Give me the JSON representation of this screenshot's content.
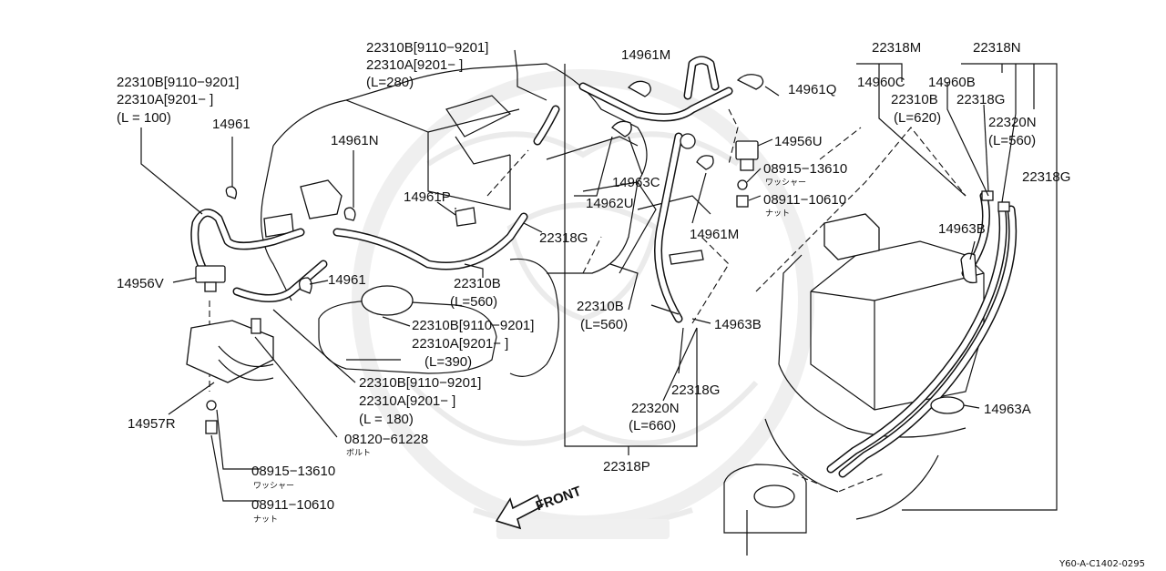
{
  "labels": {
    "hose_100_b": "22310B[9110−9201]",
    "hose_100_a": "22310A[9201−        ]",
    "hose_100_len": "(L = 100)",
    "clip_14961_left": "14961",
    "clip_14961n": "14961N",
    "hose_280_b": "22310B[9110−9201]",
    "hose_280_a": "22310A[9201−        ]",
    "hose_280_len": "(L=280)",
    "clip_14961m_top": "14961M",
    "clip_14961q": "14961Q",
    "clip_14961p": "14961P",
    "valve_14956v": "14956V",
    "clip_14961_mid": "14961",
    "hose_560_mid": "22310B",
    "hose_560_mid_len": "(L=560)",
    "hose_390_b": "22310B[9110−9201]",
    "hose_390_a": "22310A[9201−        ]",
    "hose_390_len": "(L=390)",
    "hose_180_b": "22310B[9110−9201]",
    "hose_180_a": "22310A[9201−        ]",
    "hose_180_len": "(L = 180)",
    "bracket_14957r": "14957R",
    "bolt_08120": "08120−61228",
    "bolt_08120_jp": "ボルト",
    "washer_left": "08915−13610",
    "washer_left_jp": "ワッシャー",
    "nut_left": "08911−10610",
    "nut_left_jp": "ナット",
    "clip_14963c": "14963C",
    "clip_14962u": "14962U",
    "hose_22318g_mid": "22318G",
    "clip_14961m_mid": "14961M",
    "valve_14956u": "14956U",
    "washer_right": "08915−13610",
    "washer_right_jp": "ワッシャー",
    "nut_right": "08911−10610",
    "nut_right_jp": "ナット",
    "hose_560_right": "22310B",
    "hose_560_right_len": "(L=560)",
    "clip_14963b_mid": "14963B",
    "hose_22318g_low": "22318G",
    "hose_660": "22320N",
    "hose_660_len": "(L=660)",
    "hose_22318p": "22318P",
    "front_label": "FRONT",
    "hose_22318m": "22318M",
    "hose_22318n": "22318N",
    "clip_14960c": "14960C",
    "clip_14960b": "14960B",
    "hose_620": "22310B",
    "hose_620_len": "(L=620)",
    "hose_22318g_rt": "22318G",
    "hose_22320n_rt": "22320N",
    "hose_22320n_rt_len": "(L=560)",
    "hose_22318g_far": "22318G",
    "clip_14963b_rt": "14963B",
    "clip_14963a": "14963A",
    "diagram_code": "Y60-A-C1402-0295"
  }
}
